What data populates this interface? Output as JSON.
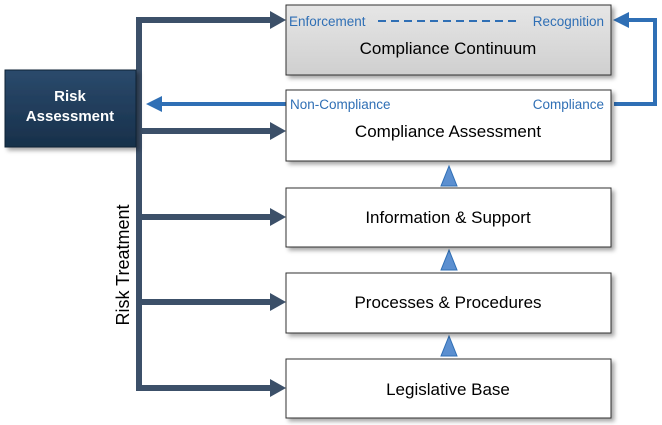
{
  "risk_assessment": {
    "line1": "Risk",
    "line2": "Assessment"
  },
  "risk_treatment": "Risk Treatment",
  "continuum": {
    "title": "Compliance Continuum",
    "left_label": "Enforcement",
    "right_label": "Recognition"
  },
  "assessment": {
    "title": "Compliance Assessment",
    "left_label": "Non-Compliance",
    "right_label": "Compliance"
  },
  "layers": {
    "information": "Information & Support",
    "processes": "Processes & Procedures",
    "legislative": "Legislative Base"
  },
  "colors": {
    "risk_box": "#1e3a57",
    "connector": "#3c5069",
    "accent_blue": "#2f6fb5",
    "continuum_fill": "#d9d9d9"
  }
}
